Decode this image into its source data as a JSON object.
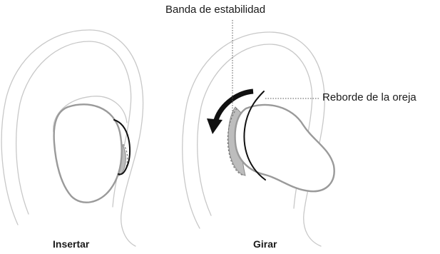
{
  "callouts": {
    "stability_band": "Banda de estabilidad",
    "ear_ridge": "Reborde de la oreja"
  },
  "steps": [
    {
      "caption": "Insertar"
    },
    {
      "caption": "Girar"
    }
  ],
  "colors": {
    "ear_outline": "#c8c8c8",
    "earbud_outline": "#9a9a9a",
    "band_fill": "#bdbdbd",
    "arrow": "#111111"
  }
}
